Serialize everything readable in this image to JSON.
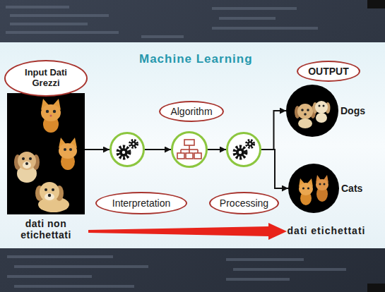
{
  "diagram": {
    "title": "Machine Learning",
    "nodes": [
      {
        "text": [
          "Input Dati Grezzi",
          "dati non etichettati"
        ]
      },
      {
        "text": [
          "Interpretation"
        ]
      },
      {
        "text": [
          "Algorithm"
        ]
      },
      {
        "text": [
          "Processing"
        ]
      },
      {
        "text": [
          "OUTPUT"
        ]
      },
      {
        "text": [
          "Dogs"
        ]
      },
      {
        "text": [
          "Cats"
        ]
      }
    ],
    "edges": [
      {
        "from": 0,
        "to": 1,
        "arrow": "to"
      },
      {
        "from": 1,
        "to": 2,
        "arrow": "to"
      },
      {
        "from": 2,
        "to": 3,
        "arrow": "to"
      },
      {
        "from": 3,
        "to": 5,
        "arrow": "to"
      },
      {
        "from": 3,
        "to": 6,
        "arrow": "to"
      }
    ],
    "labels": [
      "dati etichettati"
    ]
  }
}
